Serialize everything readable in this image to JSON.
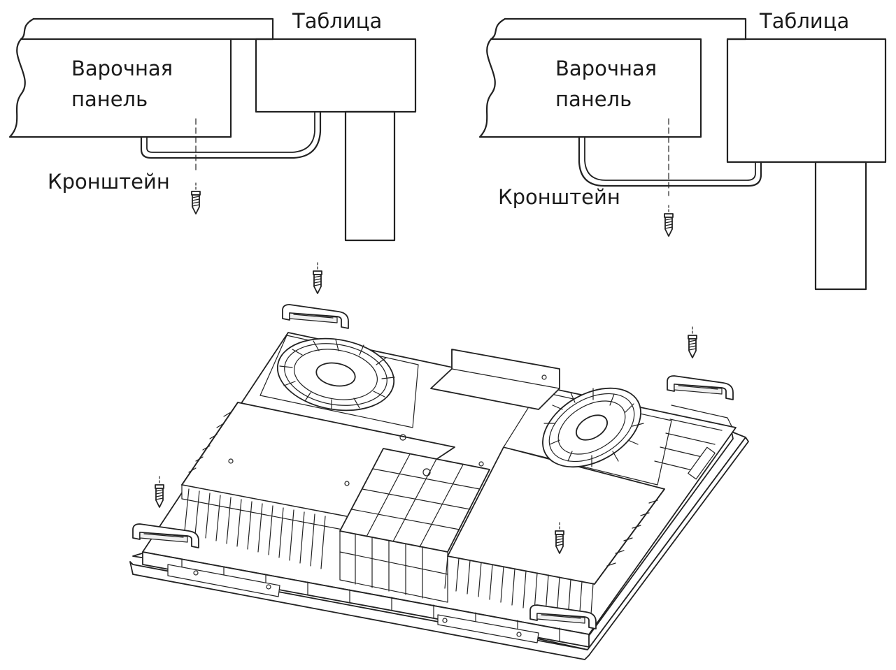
{
  "labels": {
    "left_table": "Таблица",
    "left_hob_line1": "Варочная",
    "left_hob_line2": "панель",
    "left_bracket": "Кронштейн",
    "right_table": "Таблица",
    "right_hob_line1": "Варочная",
    "right_hob_line2": "панель",
    "right_bracket": "Кронштейн"
  },
  "icons": {
    "screw": "screw-icon",
    "bracket": "mounting-bracket",
    "fan": "cooling-fan"
  },
  "colors": {
    "line": "#222222",
    "text": "#1a1a1a",
    "background": "#ffffff"
  }
}
